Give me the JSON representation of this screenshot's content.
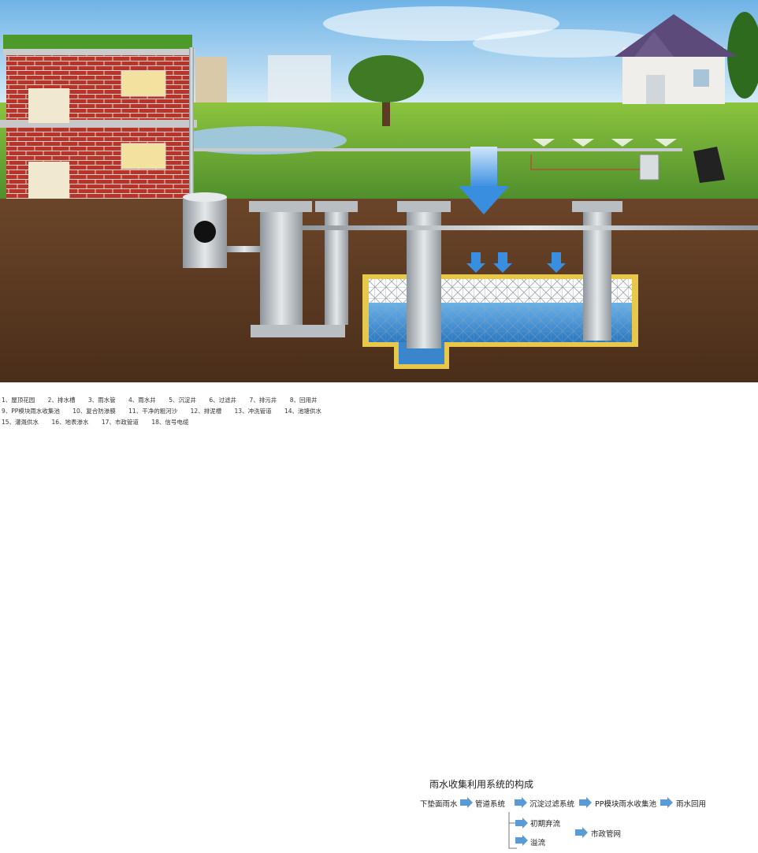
{
  "legend": [
    "1、屋顶花园",
    "2、排水槽",
    "3、雨水管",
    "4、雨水井",
    "5、沉淀井",
    "6、过滤井",
    "7、排污井",
    "8、回用井",
    "9、PP模块雨水收集池",
    "10、复合防渗膜",
    "11、干净的粗河沙",
    "12、排泥槽",
    "13、冲洗管道",
    "14、池塘供水",
    "15、灌溉供水",
    "16、地表渗水",
    "17、市政管道",
    "18、信号电缆"
  ],
  "flow": {
    "title": "雨水收集利用系统的构成",
    "steps": [
      "下垫面雨水",
      "管道系统",
      "沉淀过滤系统",
      "PP模块雨水收集池",
      "雨水回用"
    ],
    "branches": [
      "初期弃流",
      "溢流"
    ],
    "sink": "市政管网"
  },
  "colors": {
    "sky": "#8ec3ea",
    "grass": "#6aa83a",
    "soil": "#5a3a24",
    "brick": "#b8342a",
    "water": "#3b8fd4",
    "pipe": "#b9bec2",
    "sand": "#e8c84a"
  }
}
